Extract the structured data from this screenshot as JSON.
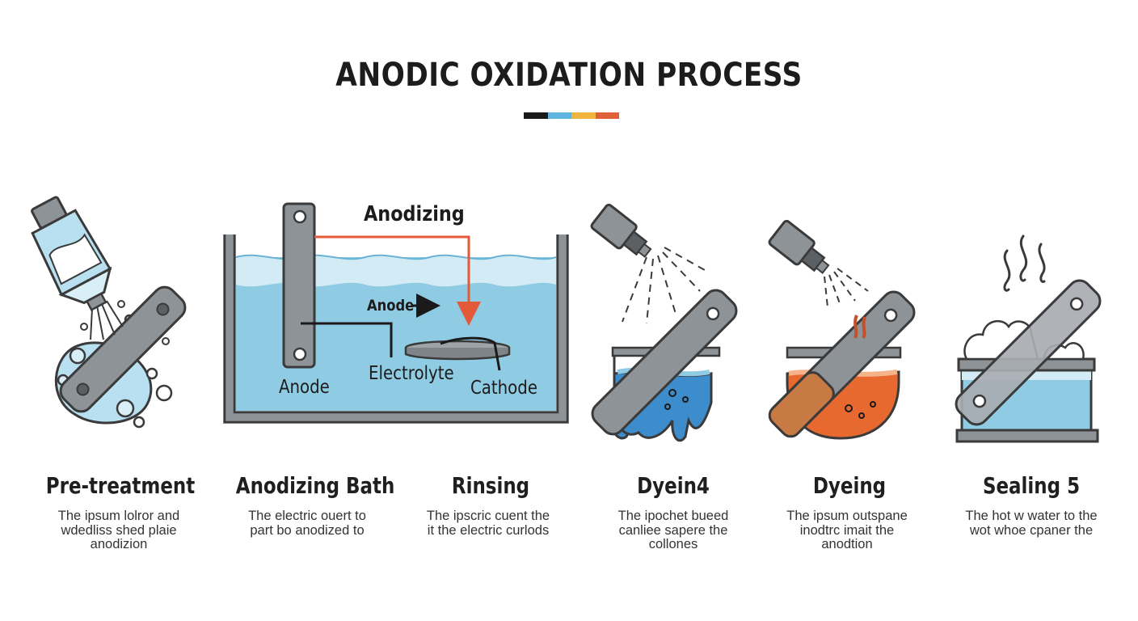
{
  "title": "ANODIC OXIDATION PROCESS",
  "accent_colors": [
    "#1a1a1a",
    "#5fb4e0",
    "#f0b43c",
    "#e0603a"
  ],
  "colors": {
    "outline": "#3a3a3a",
    "metal": "#8e9397",
    "water": "#8fcbe3",
    "water_surface": "#d2ebf5",
    "current_wire": "#e4593a",
    "blue_dye": "#3d8ccb",
    "orange_dye": "#e8692f"
  },
  "diagram": {
    "anodizing_label": "Anodizing",
    "anode_arrow_label": "Anode",
    "anode_label": "Anode",
    "electrolyte_label": "Electrolyte",
    "cathode_label": "Cathode"
  },
  "steps": [
    {
      "title": "Pre-treatment",
      "icon": "spray-bottle-cleaning-icon",
      "desc": [
        "The ipsum lolror and",
        "wdedliss shed plaie",
        "anodizion"
      ]
    },
    {
      "title": "Anodizing Bath",
      "icon": "anodizing-tank-icon",
      "desc": [
        "The electric ouert to",
        "part bo anodized to"
      ]
    },
    {
      "title": "Rinsing",
      "icon": "rinse-spray-icon",
      "desc": [
        "The ipscric cuent the",
        "it the electric curlods"
      ]
    },
    {
      "title": "Dyein4",
      "icon": "blue-dye-bath-icon",
      "desc": [
        "The ipochet bueed",
        "canliee sapere the",
        "collones"
      ]
    },
    {
      "title": "Dyeing",
      "icon": "orange-dye-bath-icon",
      "desc": [
        "The ipsum outspane",
        "inodtrc imait the",
        "anodtion"
      ]
    },
    {
      "title": "Sealing 5",
      "icon": "hot-water-sealing-icon",
      "desc": [
        "The hot w water to the",
        "wot whoe cpaner the"
      ]
    }
  ]
}
